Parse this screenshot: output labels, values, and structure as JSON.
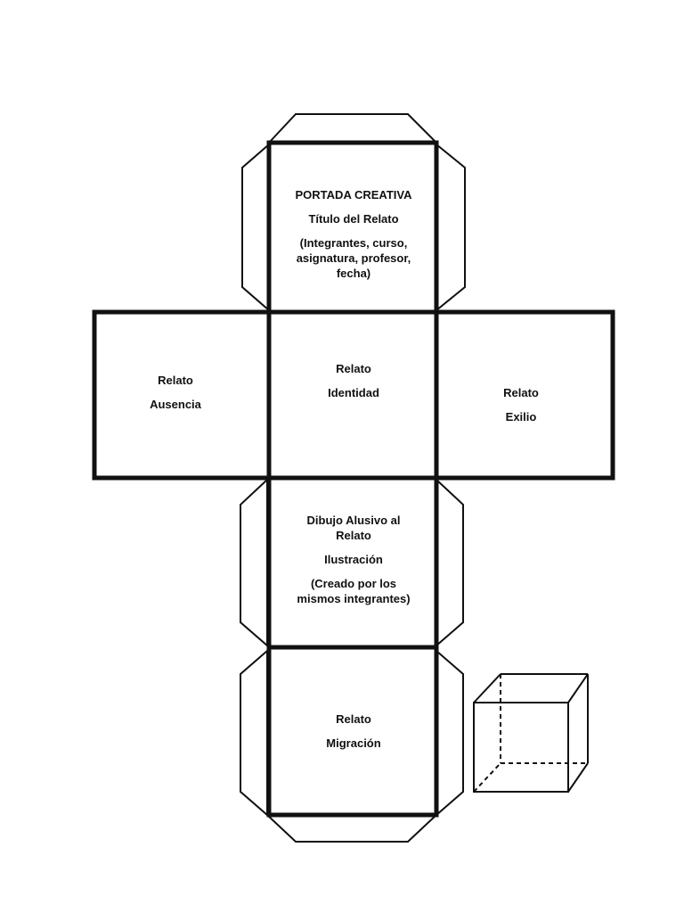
{
  "faces": {
    "top": {
      "title": "PORTADA CREATIVA",
      "subtitle": "Título del Relato",
      "details": "(Integrantes, curso, asignatura, profesor, fecha)"
    },
    "left": {
      "line1": "Relato",
      "line2": "Ausencia"
    },
    "center": {
      "line1": "Relato",
      "line2": "Identidad"
    },
    "right": {
      "line1": "Relato",
      "line2": "Exilio"
    },
    "lower": {
      "line1": "Dibujo Alusivo al Relato",
      "line2": "Ilustración",
      "details": "(Creado por los mismos integrantes)"
    },
    "bottom": {
      "line1": "Relato",
      "line2": "Migración"
    }
  },
  "icons": {
    "cube_preview": "wireframe-cube-icon"
  },
  "colors": {
    "line": "#111111",
    "background": "#ffffff"
  }
}
